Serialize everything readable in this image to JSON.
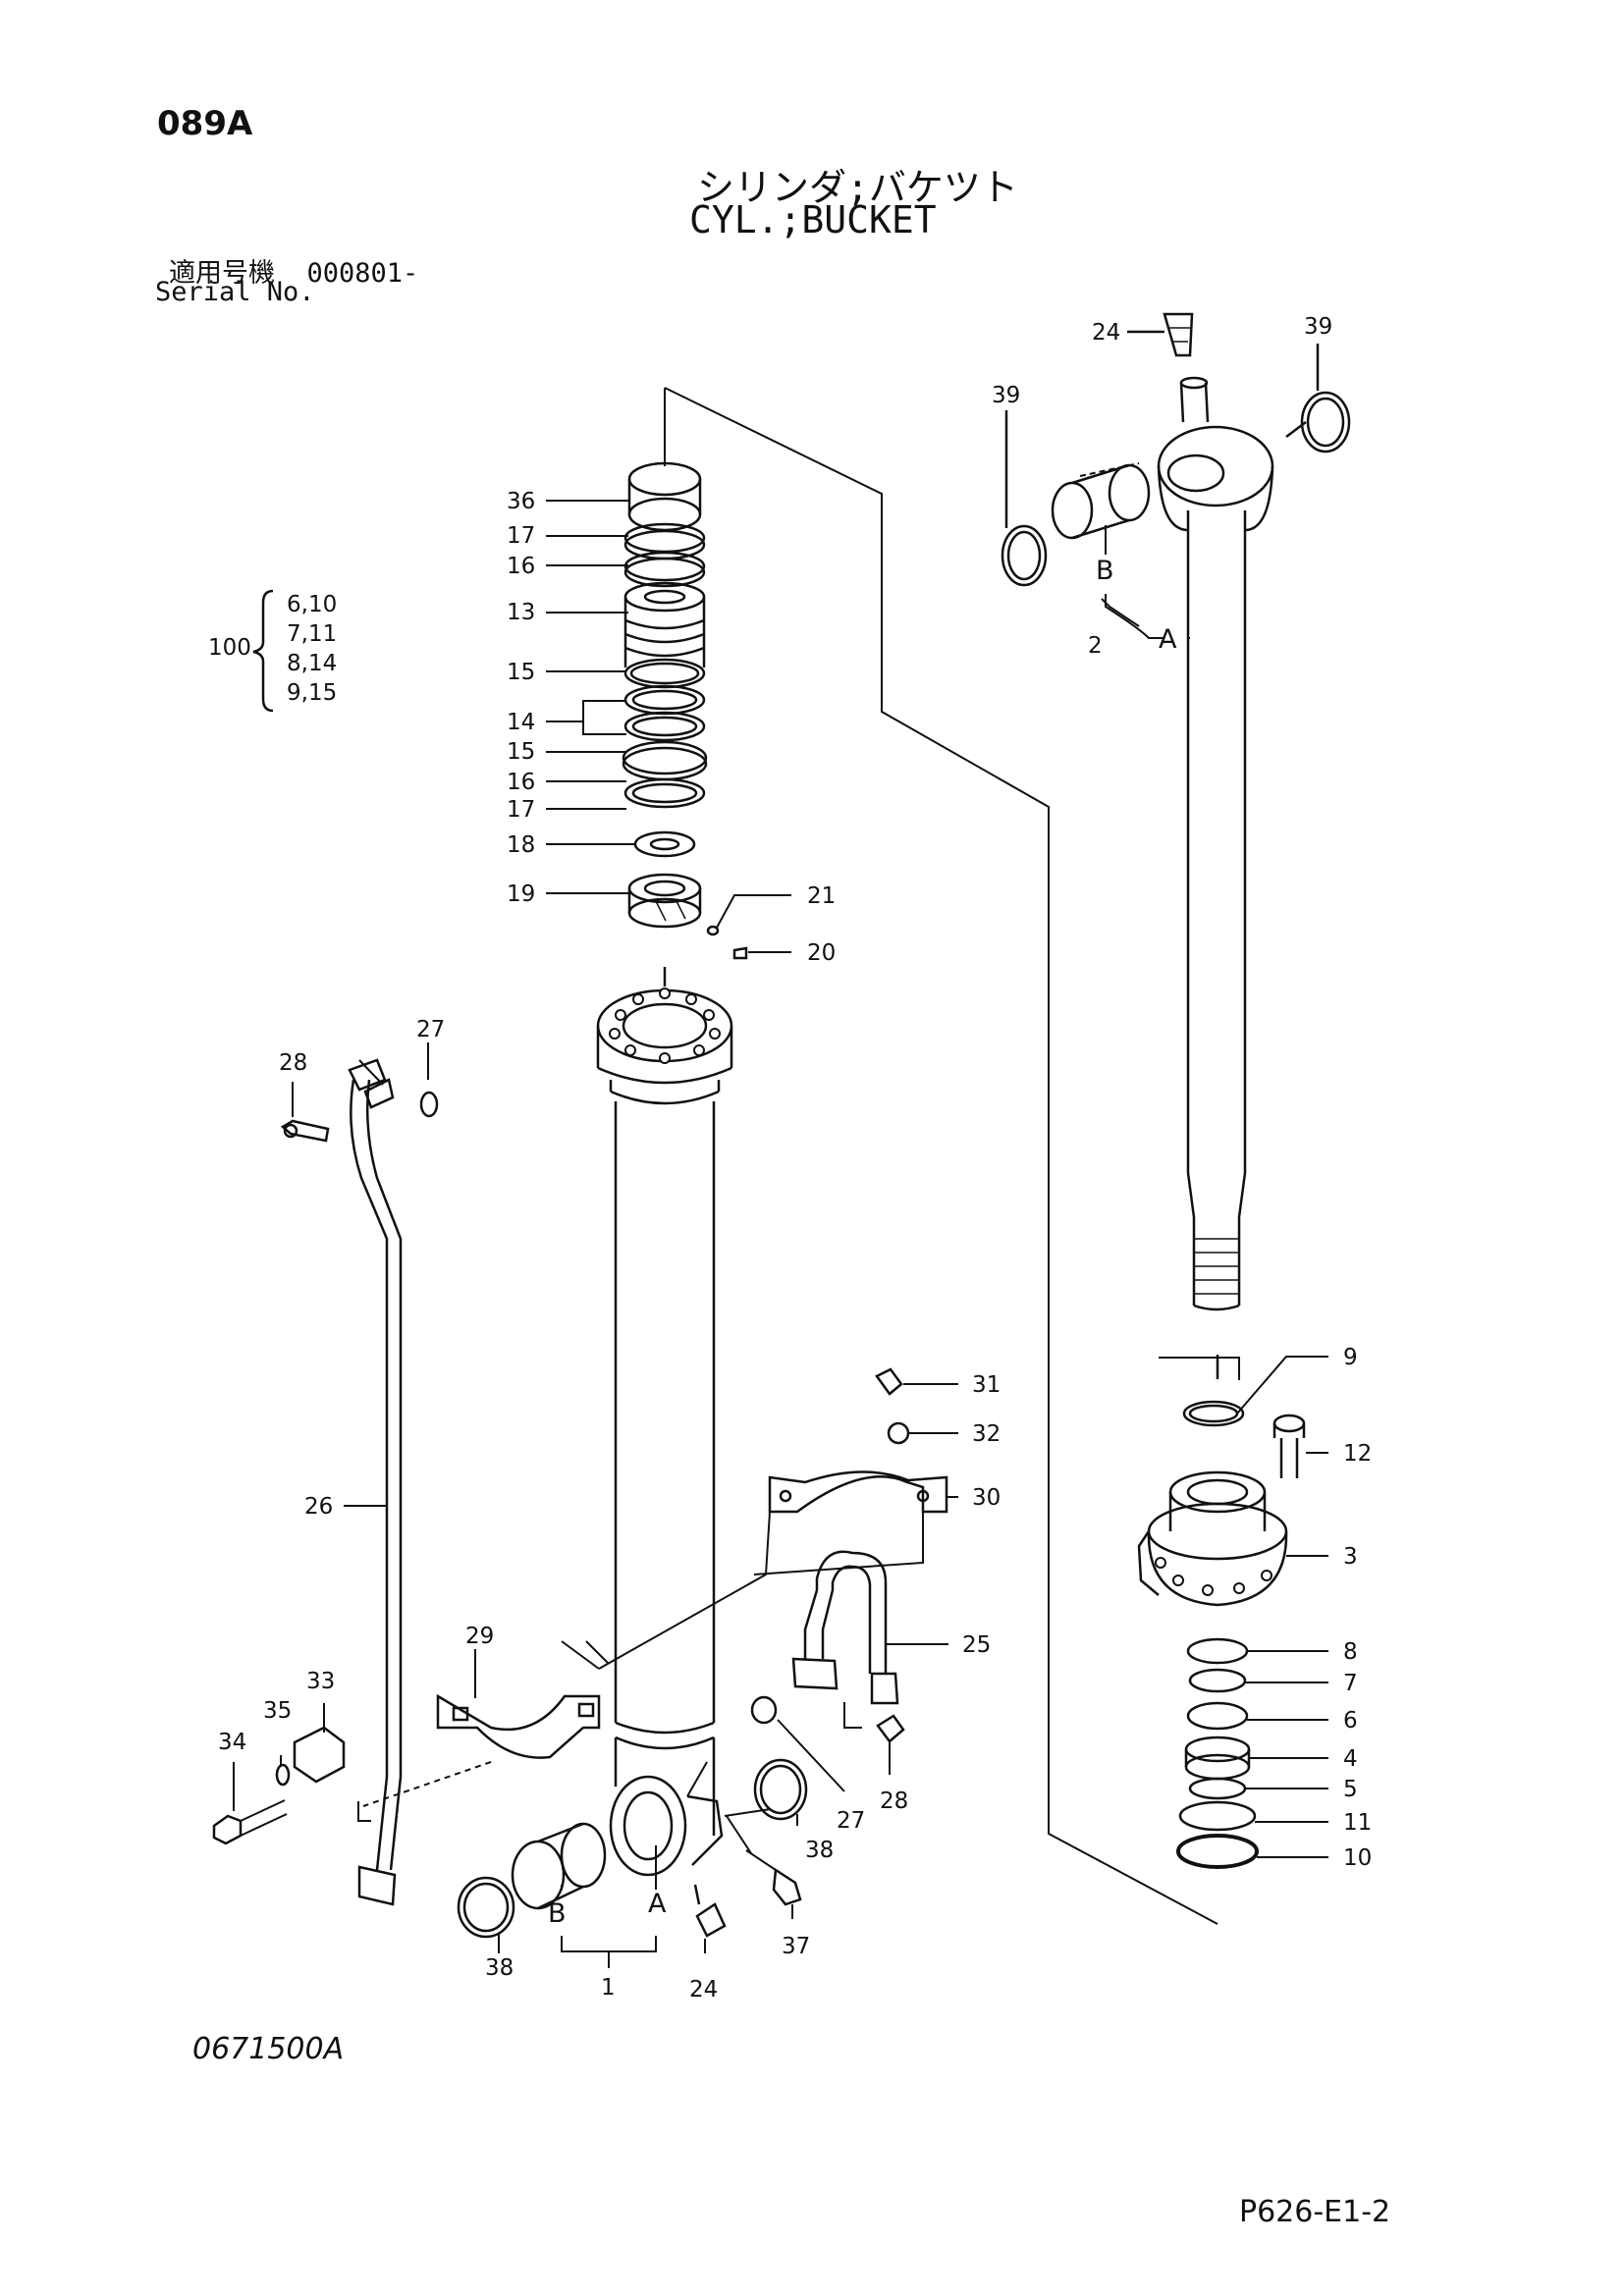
{
  "header": {
    "page_code": "089A",
    "title_jp": "シリンダ;バケツト",
    "title_en": "CYL.;BUCKET",
    "serial_label_jp": "適用号機",
    "serial_value": "000801-",
    "serial_label_en": "Serial No."
  },
  "kit": {
    "number": "100",
    "rows": [
      "6,10",
      "7,11",
      "8,14",
      "9,15"
    ]
  },
  "callouts": {
    "p1": "1",
    "p2": "2",
    "p3": "3",
    "p4": "4",
    "p5": "5",
    "p6": "6",
    "p7": "7",
    "p8": "8",
    "p9": "9",
    "p10": "10",
    "p11": "11",
    "p12": "12",
    "p13": "13",
    "p14": "14",
    "p15a": "15",
    "p15b": "15",
    "p16a": "16",
    "p16b": "16",
    "p17a": "17",
    "p17b": "17",
    "p18": "18",
    "p19": "19",
    "p20": "20",
    "p21": "21",
    "p24a": "24",
    "p24b": "24",
    "p25": "25",
    "p26": "26",
    "p27a": "27",
    "p27b": "27",
    "p28a": "28",
    "p28b": "28",
    "p29": "29",
    "p30": "30",
    "p31": "31",
    "p32": "32",
    "p33": "33",
    "p34": "34",
    "p35": "35",
    "p36": "36",
    "p37": "37",
    "p38a": "38",
    "p38b": "38",
    "p39a": "39",
    "p39b": "39",
    "a_rod": "A",
    "b_rod": "B",
    "a_tube": "A",
    "b_tube": "B"
  },
  "footer": {
    "drawing_no": "0671500A",
    "page_ref": "P626-E1-2"
  }
}
